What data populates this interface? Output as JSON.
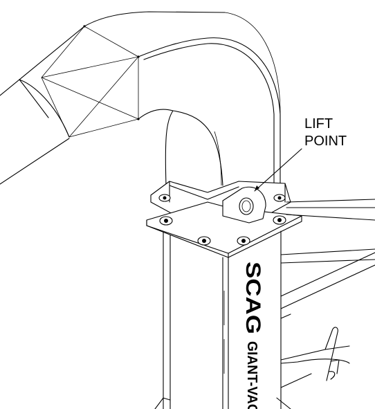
{
  "callout": {
    "line1": "LIFT",
    "line2": "POINT"
  },
  "brand": {
    "name": "SCAG",
    "product": "GIANT-VAC."
  }
}
